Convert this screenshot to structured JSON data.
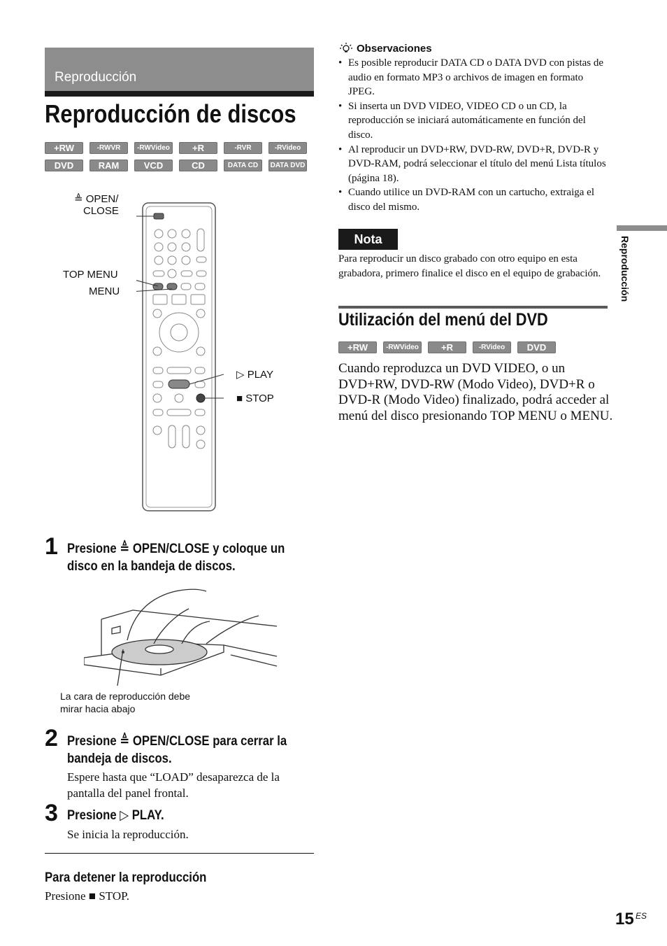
{
  "header": {
    "section": "Reproducción",
    "title": "Reproducción de discos"
  },
  "badges_main": {
    "row1": [
      "+RW",
      "-RWVR",
      "-RWVideo",
      "+R",
      "-RVR",
      "-RVideo"
    ],
    "row2": [
      "DVD",
      "RAM",
      "VCD",
      "CD",
      "DATA CD",
      "DATA DVD"
    ]
  },
  "remote": {
    "labels": {
      "open_close": "≜ OPEN/\nCLOSE",
      "open_close_1": "≜ OPEN/",
      "open_close_2": "CLOSE",
      "top_menu": "TOP MENU",
      "menu": "MENU",
      "play": "▷ PLAY",
      "stop": "■ STOP"
    }
  },
  "steps": [
    {
      "num": "1",
      "line1": "Presione ≜ OPEN/CLOSE y coloque un",
      "line2": "disco en la bandeja de discos."
    },
    {
      "num": "2",
      "line1": "Presione ≜ OPEN/CLOSE para cerrar la",
      "line2": "bandeja de discos.",
      "body1": "Espere hasta que “LOAD” desaparezca de la",
      "body2": "pantalla del panel frontal."
    },
    {
      "num": "3",
      "line1": "Presione ▷ PLAY.",
      "body1": "Se inicia la reproducción."
    }
  ],
  "disc_caption": {
    "line1": "La cara de reproducción debe",
    "line2": "mirar hacia abajo"
  },
  "stop_section": {
    "heading": "Para detener la reproducción",
    "body": "Presione ■ STOP."
  },
  "observaciones": {
    "title": "Observaciones",
    "items": [
      "Es posible reproducir DATA CD o DATA DVD con pistas de audio en formato MP3 o archivos de imagen en formato JPEG.",
      "Si inserta un DVD VIDEO, VIDEO CD o un CD, la reproducción se iniciará automáticamente en función del disco.",
      "Al reproducir un DVD+RW, DVD-RW, DVD+R, DVD-R y DVD-RAM, podrá seleccionar el título del menú Lista títulos (página 18).",
      "Cuando utilice un DVD-RAM con un cartucho, extraiga el disco del mismo."
    ]
  },
  "nota": {
    "label": "Nota",
    "text": "Para reproducir un disco grabado con otro equipo en esta grabadora, primero finalice el disco en el equipo de grabación."
  },
  "dvd_menu": {
    "title": "Utilización del menú del DVD",
    "badges": [
      "+RW",
      "-RWVideo",
      "+R",
      "-RVideo",
      "DVD"
    ],
    "text": "Cuando reproduzca un DVD VIDEO, o un DVD+RW, DVD-RW (Modo Video), DVD+R o DVD-R (Modo Video) finalizado, podrá acceder al menú del disco presionando TOP MENU o MENU."
  },
  "side_tab": "Reproducción",
  "page": {
    "number": "15",
    "suffix": "ES"
  },
  "colors": {
    "band": "#8d8d8d",
    "dark": "#1a1a1a",
    "badge": "#8a8a8a"
  }
}
